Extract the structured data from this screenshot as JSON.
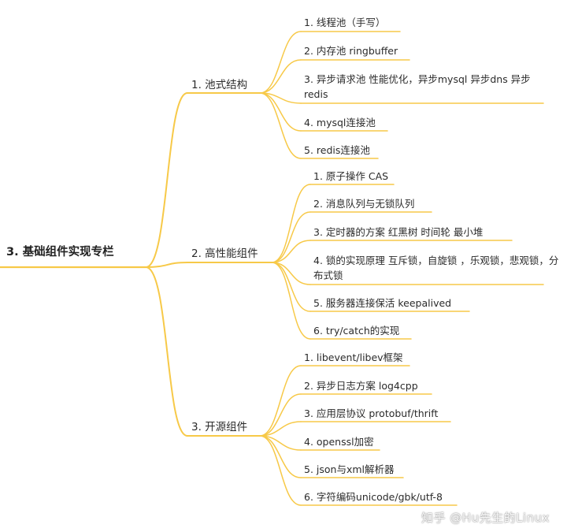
{
  "root": {
    "label": "3. 基础组件实现专栏"
  },
  "branches": [
    {
      "label": "1. 池式结构",
      "leaves": [
        "1. 线程池（手写）",
        "2. 内存池 ringbuffer",
        "3. 异步请求池 性能优化，异步mysql 异步dns 异步redis",
        "4. mysql连接池",
        "5. redis连接池"
      ]
    },
    {
      "label": "2. 高性能组件",
      "leaves": [
        "1. 原子操作 CAS",
        "2. 消息队列与无锁队列",
        "3. 定时器的方案 红黑树 时间轮 最小堆",
        "4. 锁的实现原理 互斥锁，自旋锁 ，乐观锁，悲观锁，分布式锁",
        "5. 服务器连接保活 keepalived",
        "6. try/catch的实现"
      ]
    },
    {
      "label": "3. 开源组件",
      "leaves": [
        "1. libevent/libev框架",
        "2. 异步日志方案 log4cpp",
        "3. 应用层协议 protobuf/thrift",
        "4. openssl加密",
        "5. json与xml解析器",
        "6. 字符编码unicode/gbk/utf-8"
      ]
    }
  ],
  "watermark": "知乎 @Hu先生的Linux",
  "colors": {
    "line": "#f7c948",
    "text": "#2b2b2b"
  }
}
